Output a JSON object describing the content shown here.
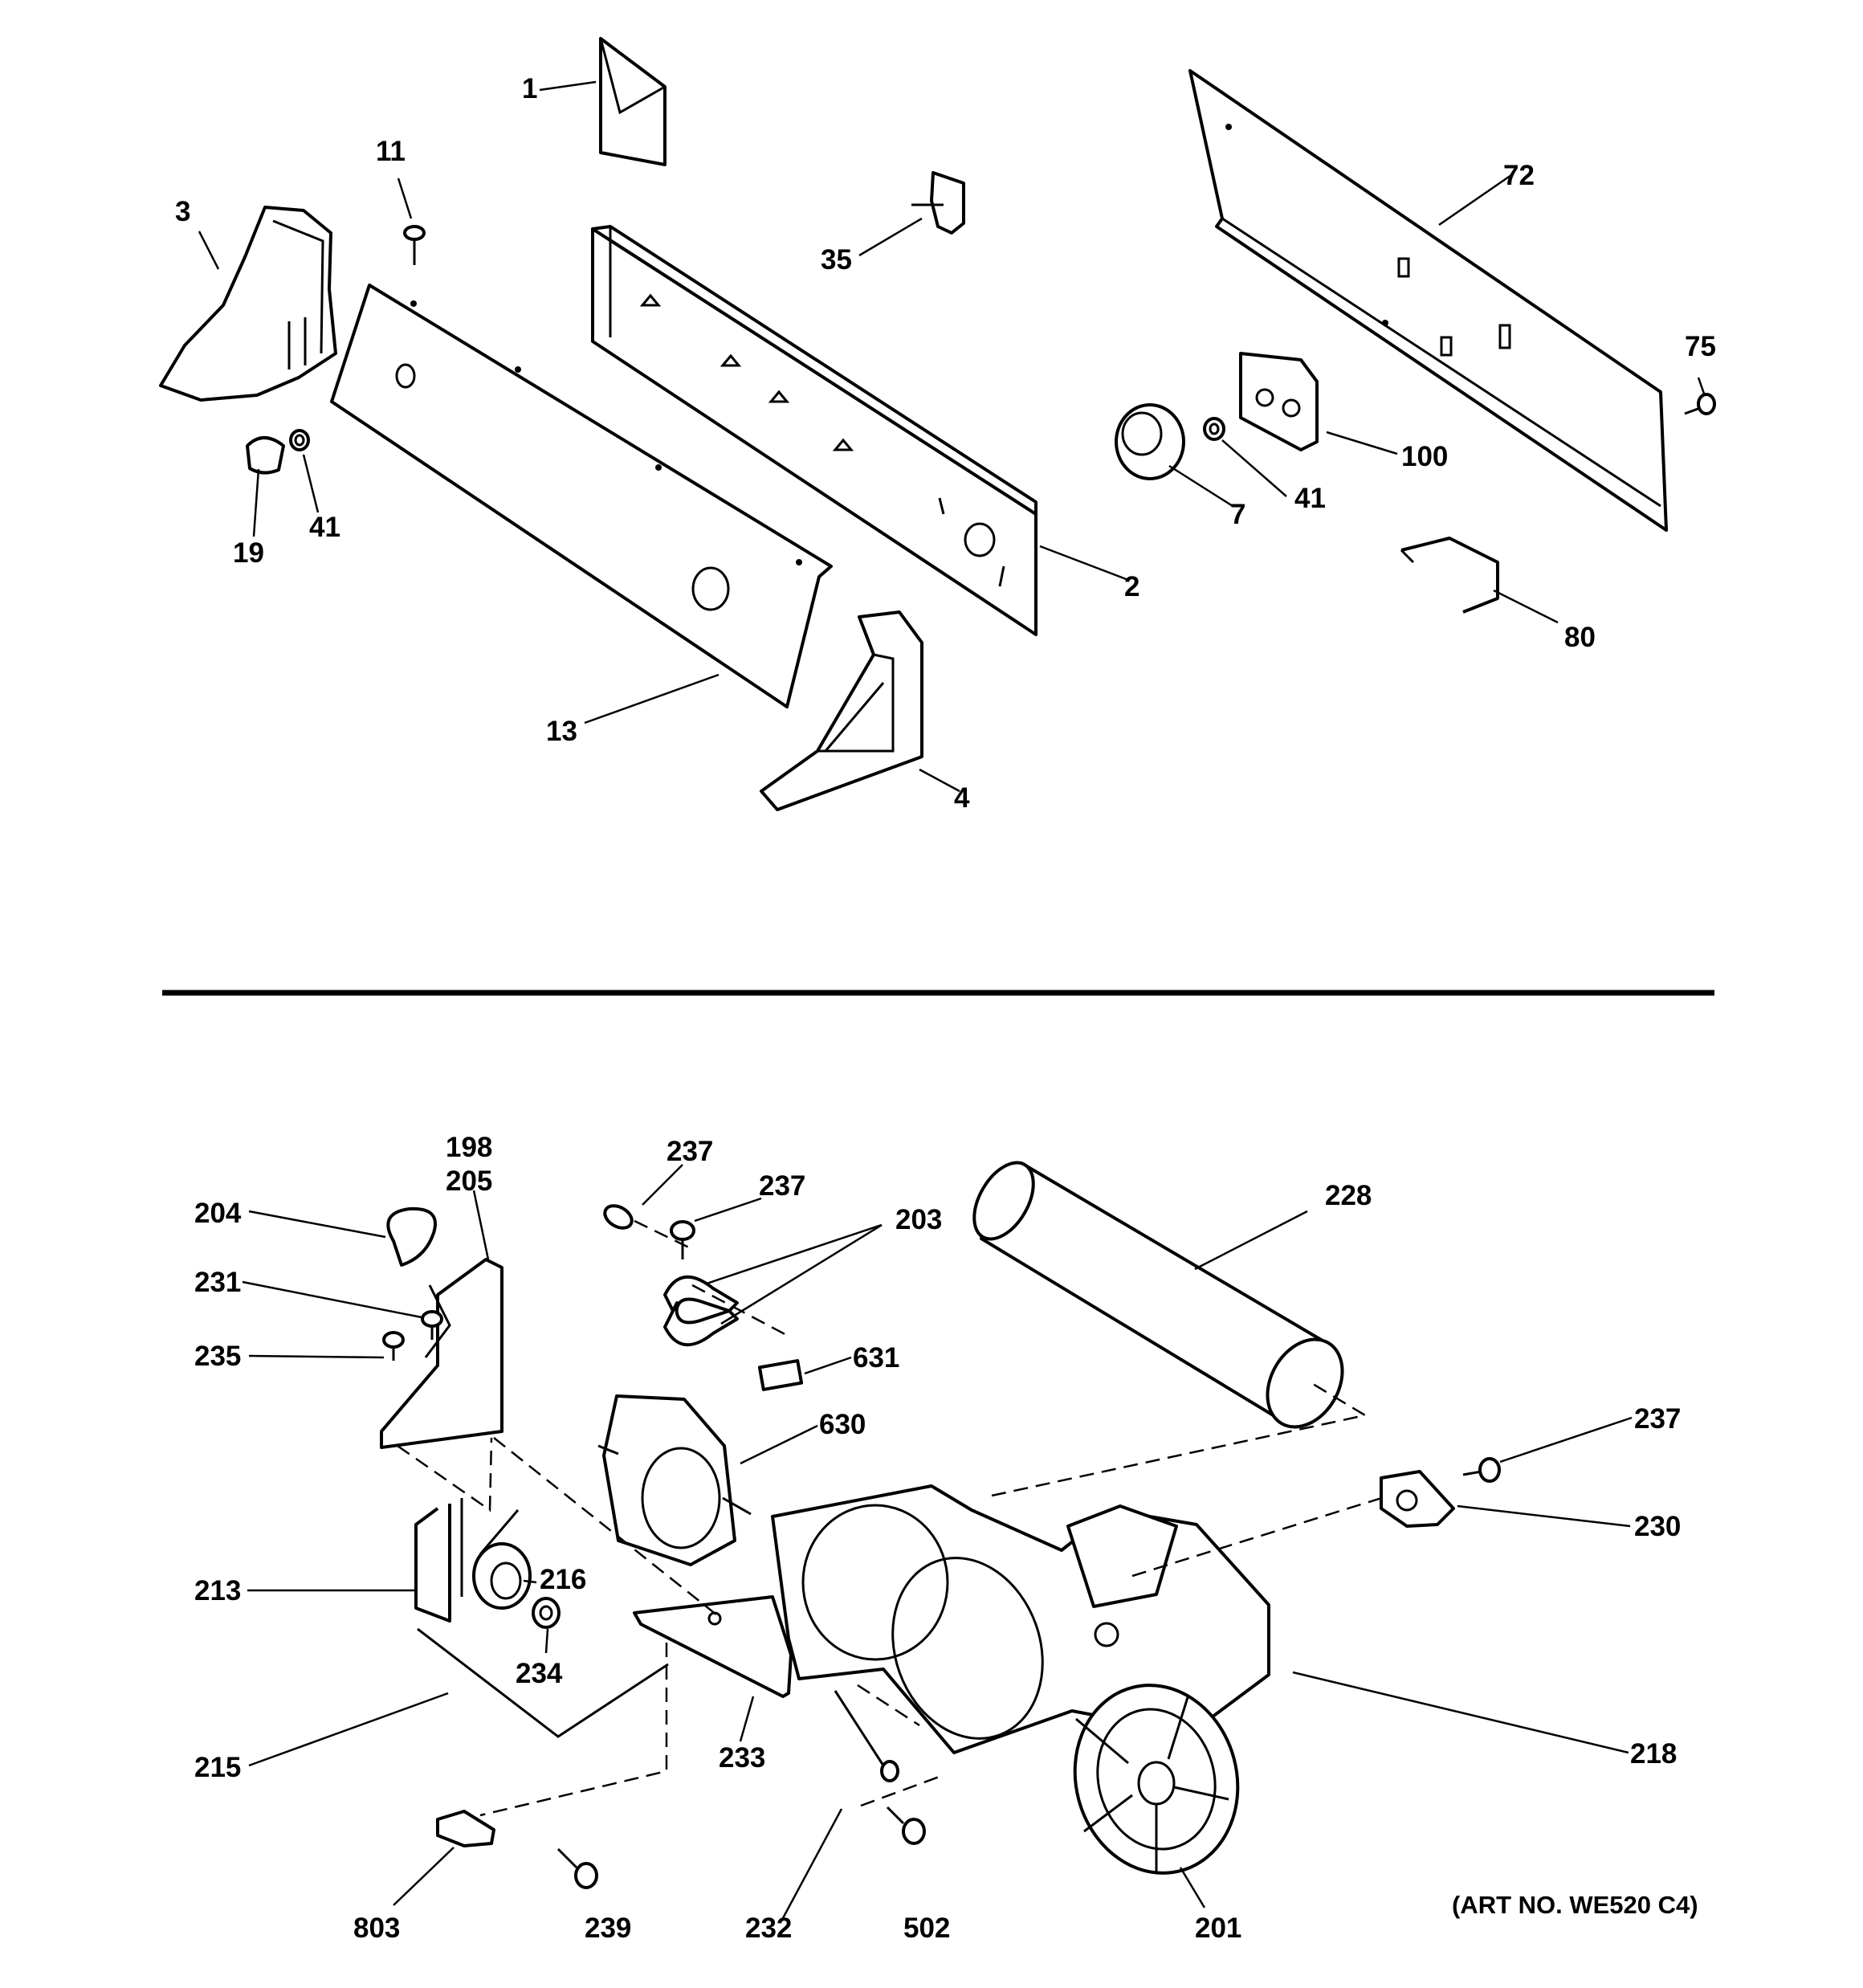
{
  "labels": {
    "p1": "1",
    "p2": "2",
    "p3": "3",
    "p4": "4",
    "p7": "7",
    "p11": "11",
    "p13": "13",
    "p19": "19",
    "p35": "35",
    "p41a": "41",
    "p41b": "41",
    "p72": "72",
    "p75": "75",
    "p80": "80",
    "p100": "100",
    "p198": "198",
    "p205": "205",
    "p204": "204",
    "p231": "231",
    "p235": "235",
    "p237a": "237",
    "p237b": "237",
    "p237c": "237",
    "p203": "203",
    "p228": "228",
    "p631": "631",
    "p630": "630",
    "p230": "230",
    "p213": "213",
    "p216": "216",
    "p234": "234",
    "p215": "215",
    "p233": "233",
    "p218": "218",
    "p232": "232",
    "p803": "803",
    "p239": "239",
    "p502": "502",
    "p201": "201"
  },
  "caption": "(ART NO. WE520 C4)"
}
